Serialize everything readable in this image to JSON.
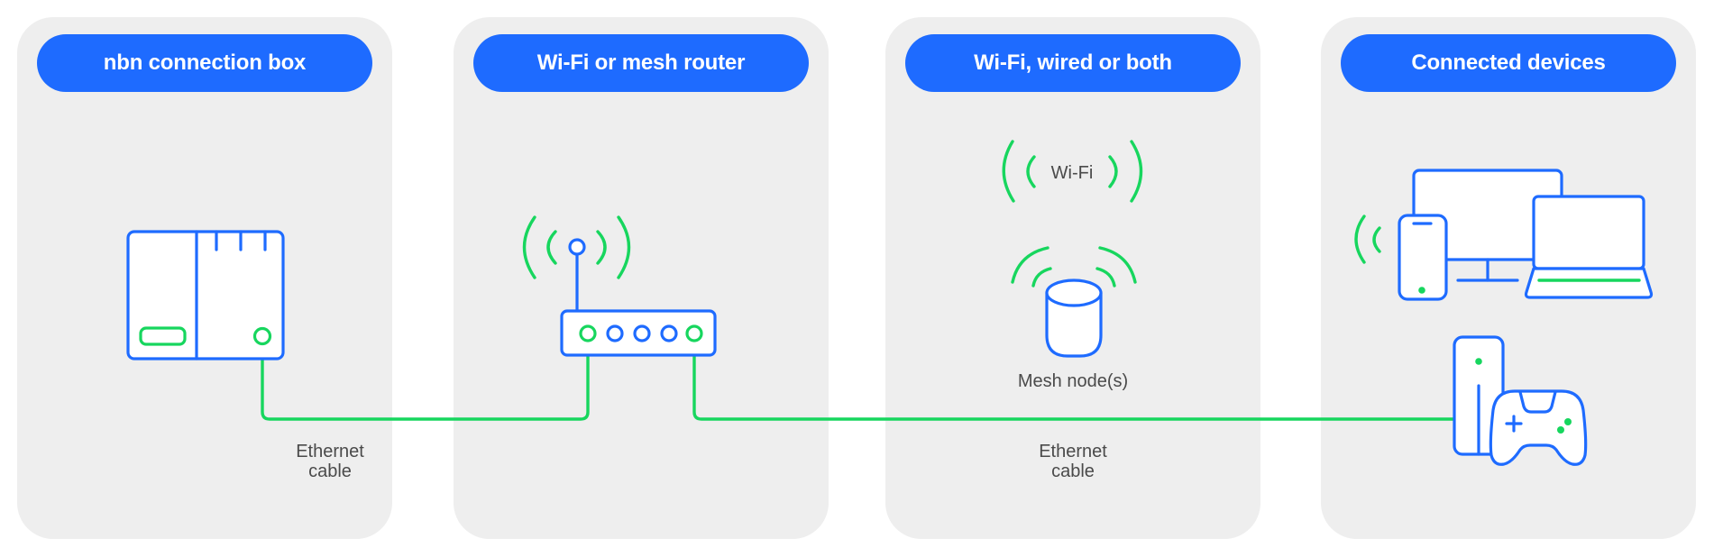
{
  "colors": {
    "panel_bg": "#eeeeee",
    "accent_blue": "#1e6bff",
    "signal_green": "#17d65e",
    "label_text": "#4a4a4a"
  },
  "stages": [
    {
      "title": "nbn connection box",
      "device_icon": "nbn-connection-box-icon"
    },
    {
      "title": "Wi-Fi or mesh router",
      "device_icon": "router-icon"
    },
    {
      "title": "Wi-Fi, wired or both",
      "device_icon": "mesh-node-icon"
    },
    {
      "title": "Connected devices",
      "device_icon": "devices-icon"
    }
  ],
  "labels": {
    "wifi": "Wi-Fi",
    "mesh_node": "Mesh node(s)",
    "cable_1": {
      "line1": "Ethernet",
      "line2": "cable"
    },
    "cable_2": {
      "line1": "Ethernet",
      "line2": "cable"
    }
  },
  "connections": [
    {
      "from": "nbn connection box",
      "to": "Wi-Fi or mesh router",
      "type": "Ethernet cable"
    },
    {
      "from": "Wi-Fi or mesh router",
      "to": "Connected devices",
      "type": "Ethernet cable"
    }
  ]
}
